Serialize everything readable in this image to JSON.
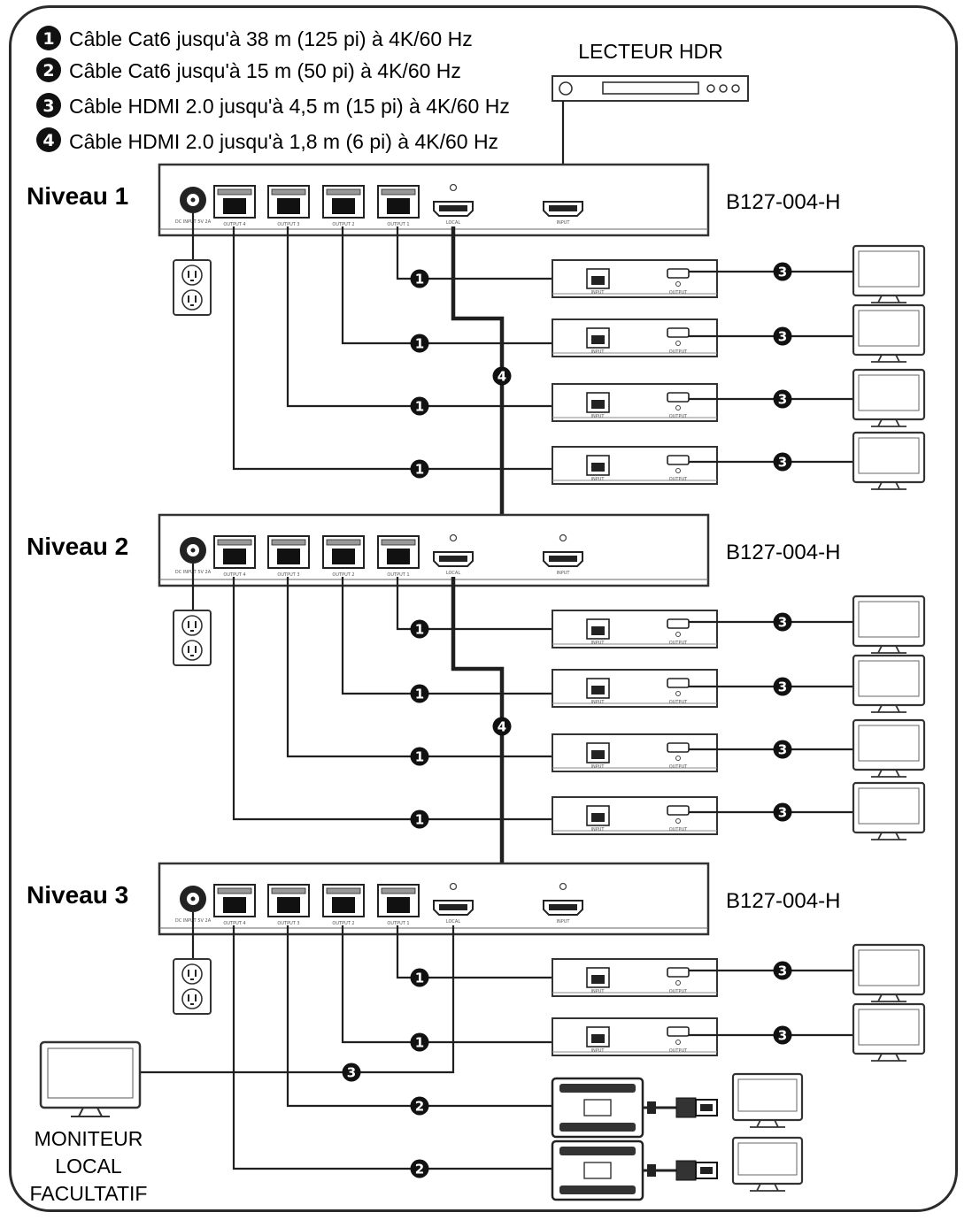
{
  "legend": [
    {
      "num": "1",
      "text": "Câble Cat6 jusqu'à 38 m (125 pi) à 4K/60 Hz"
    },
    {
      "num": "2",
      "text": "Câble Cat6 jusqu'à 15 m (50 pi) à 4K/60 Hz"
    },
    {
      "num": "3",
      "text": "Câble HDMI 2.0 jusqu'à 4,5 m (15 pi) à 4K/60 Hz"
    },
    {
      "num": "4",
      "text": "Câble HDMI 2.0 jusqu'à 1,8 m (6 pi) à 4K/60 Hz"
    }
  ],
  "source": {
    "label": "LECTEUR HDR"
  },
  "levels": [
    {
      "label": "Niveau 1",
      "model": "B127-004-H"
    },
    {
      "label": "Niveau 2",
      "model": "B127-004-H"
    },
    {
      "label": "Niveau 3",
      "model": "B127-004-H"
    }
  ],
  "splitter_ports": {
    "power": "DC INPUT 5V 2A",
    "outputs": [
      "OUTPUT 4",
      "OUTPUT 3",
      "OUTPUT 2",
      "OUTPUT 1"
    ],
    "local": "LOCAL",
    "input": "INPUT"
  },
  "receiver_ports": {
    "input": "INPUT",
    "output": "OUTPUT"
  },
  "local_monitor": {
    "lines": [
      "MONITEUR",
      "LOCAL",
      "FACULTATIF"
    ]
  },
  "badges": {
    "cat6_long": "1",
    "cat6_short": "2",
    "hdmi_long": "3",
    "hdmi_short": "4"
  }
}
